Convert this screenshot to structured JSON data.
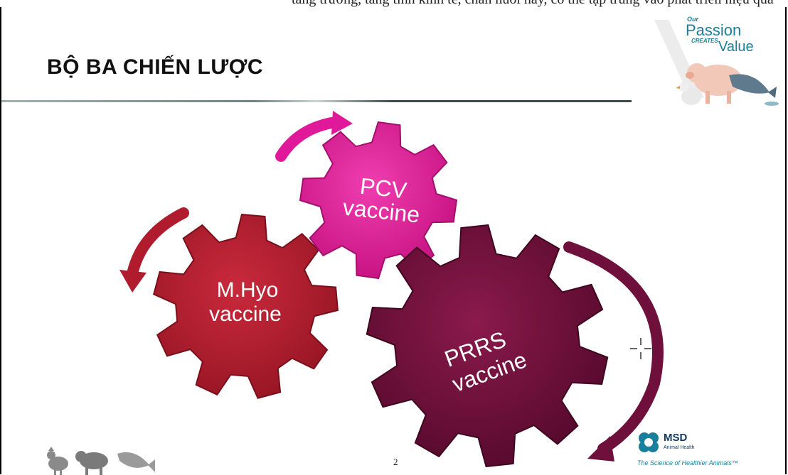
{
  "header": {
    "cut_text": "tăng trưởng, tăng tính kinh tế, chăn nuôi nay, có thể tập trung vào phát triển hiệu quả"
  },
  "slide": {
    "title": "BỘ BA CHIẾN LƯỢC",
    "page_number": "2"
  },
  "gears": [
    {
      "name": "PCV",
      "line1": "PCV",
      "line2": "vaccine",
      "color": "#e0189a"
    },
    {
      "name": "M.Hyo",
      "line1": "M.Hyo",
      "line2": "vaccine",
      "color": "#b01c2e"
    },
    {
      "name": "PRRS",
      "line1": "PRRS",
      "line2": "vaccine",
      "color": "#6e0f3c"
    }
  ],
  "logos": {
    "tagline_our": "Our",
    "tagline_passion": "Passion",
    "tagline_creates": "CREATES",
    "tagline_value": "Value",
    "msd_name": "MSD",
    "msd_sub": "Animal Health",
    "msd_tagline": "The Science of Healthier Animals™"
  },
  "colors": {
    "pcv": "#e0189a",
    "mhyo": "#b01c2e",
    "prrs": "#6e0f3c",
    "msd_blue": "#123a66",
    "msd_teal": "#1a7f9a"
  }
}
